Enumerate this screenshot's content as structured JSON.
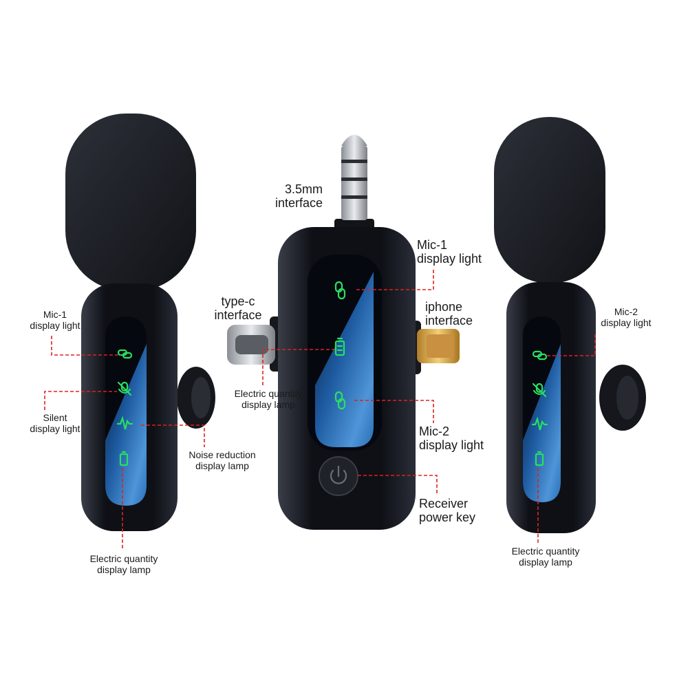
{
  "colors": {
    "leader": "#e02020",
    "body": "#14161c",
    "panel_blue": "#2a6fb5",
    "panel_glow": "#7fb8ea",
    "indicator_green": "#28e060",
    "metal": "#b8bcc2",
    "gold": "#d8a848"
  },
  "icons": [
    "link-icon",
    "battery-icon",
    "mic-mute-icon",
    "noise-wave-icon",
    "power-icon"
  ],
  "labels": {
    "jack": [
      "3.5mm",
      "interface"
    ],
    "mic1_center": [
      "Mic-1",
      "display light"
    ],
    "typec": [
      "type-c",
      "interface"
    ],
    "iphone": [
      "iphone",
      "interface"
    ],
    "battery_center": [
      "Electric quantity",
      "display lamp"
    ],
    "mic2_center": [
      "Mic-2",
      "display light"
    ],
    "power": [
      "Receiver",
      "power key"
    ],
    "mic1_left": [
      "Mic-1",
      "display light"
    ],
    "silent": [
      "Silent",
      "display light"
    ],
    "noise": [
      "Noise reduction",
      "display lamp"
    ],
    "battery_left": [
      "Electric quantity",
      "display lamp"
    ],
    "mic2_right": [
      "Mic-2",
      "display light"
    ],
    "battery_right": [
      "Electric quantity",
      "display lamp"
    ]
  }
}
